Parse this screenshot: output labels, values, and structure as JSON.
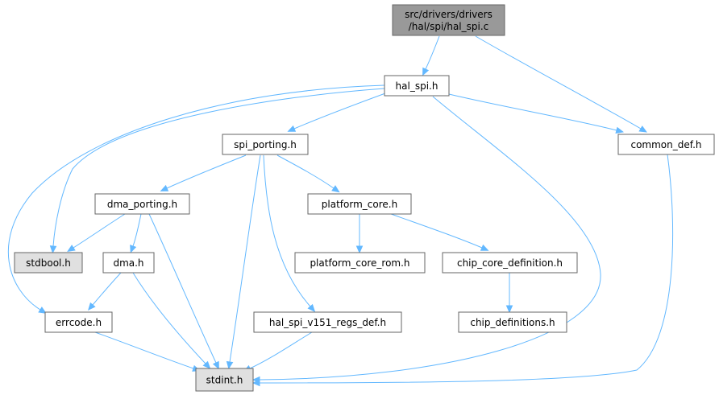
{
  "diagram": {
    "type": "include-dependency-graph",
    "colors": {
      "edge": "#63b8ff",
      "node_border": "#666666",
      "node_default_fill": "#ffffff",
      "node_root_fill": "#999999",
      "node_system_fill": "#e0e0e0"
    },
    "nodes": [
      {
        "id": "root",
        "lines": [
          "src/drivers/drivers",
          "/hal/spi/hal_spi.c"
        ],
        "kind": "root"
      },
      {
        "id": "hal_spi_h",
        "lines": [
          "hal_spi.h"
        ],
        "kind": "default"
      },
      {
        "id": "spi_porting_h",
        "lines": [
          "spi_porting.h"
        ],
        "kind": "default"
      },
      {
        "id": "common_def_h",
        "lines": [
          "common_def.h"
        ],
        "kind": "default"
      },
      {
        "id": "dma_porting_h",
        "lines": [
          "dma_porting.h"
        ],
        "kind": "default"
      },
      {
        "id": "platform_core_h",
        "lines": [
          "platform_core.h"
        ],
        "kind": "default"
      },
      {
        "id": "stdbool_h",
        "lines": [
          "stdbool.h"
        ],
        "kind": "system"
      },
      {
        "id": "dma_h",
        "lines": [
          "dma.h"
        ],
        "kind": "default"
      },
      {
        "id": "platform_core_rom_h",
        "lines": [
          "platform_core_rom.h"
        ],
        "kind": "default"
      },
      {
        "id": "chip_core_definition_h",
        "lines": [
          "chip_core_definition.h"
        ],
        "kind": "default"
      },
      {
        "id": "errcode_h",
        "lines": [
          "errcode.h"
        ],
        "kind": "default"
      },
      {
        "id": "hal_spi_v151_regs_def_h",
        "lines": [
          "hal_spi_v151_regs_def.h"
        ],
        "kind": "default"
      },
      {
        "id": "chip_definitions_h",
        "lines": [
          "chip_definitions.h"
        ],
        "kind": "default"
      },
      {
        "id": "stdint_h",
        "lines": [
          "stdint.h"
        ],
        "kind": "system"
      }
    ],
    "edges": [
      {
        "from": "root",
        "to": "hal_spi_h"
      },
      {
        "from": "root",
        "to": "common_def_h"
      },
      {
        "from": "hal_spi_h",
        "to": "spi_porting_h"
      },
      {
        "from": "hal_spi_h",
        "to": "common_def_h"
      },
      {
        "from": "hal_spi_h",
        "to": "stdbool_h"
      },
      {
        "from": "hal_spi_h",
        "to": "errcode_h"
      },
      {
        "from": "hal_spi_h",
        "to": "stdint_h"
      },
      {
        "from": "spi_porting_h",
        "to": "dma_porting_h"
      },
      {
        "from": "spi_porting_h",
        "to": "platform_core_h"
      },
      {
        "from": "spi_porting_h",
        "to": "stdint_h"
      },
      {
        "from": "spi_porting_h",
        "to": "hal_spi_v151_regs_def_h"
      },
      {
        "from": "dma_porting_h",
        "to": "stdbool_h"
      },
      {
        "from": "dma_porting_h",
        "to": "dma_h"
      },
      {
        "from": "dma_porting_h",
        "to": "stdint_h"
      },
      {
        "from": "dma_h",
        "to": "errcode_h"
      },
      {
        "from": "dma_h",
        "to": "stdint_h"
      },
      {
        "from": "platform_core_h",
        "to": "platform_core_rom_h"
      },
      {
        "from": "platform_core_h",
        "to": "chip_core_definition_h"
      },
      {
        "from": "chip_core_definition_h",
        "to": "chip_definitions_h"
      },
      {
        "from": "errcode_h",
        "to": "stdint_h"
      },
      {
        "from": "hal_spi_v151_regs_def_h",
        "to": "stdint_h"
      },
      {
        "from": "common_def_h",
        "to": "stdint_h"
      }
    ]
  }
}
